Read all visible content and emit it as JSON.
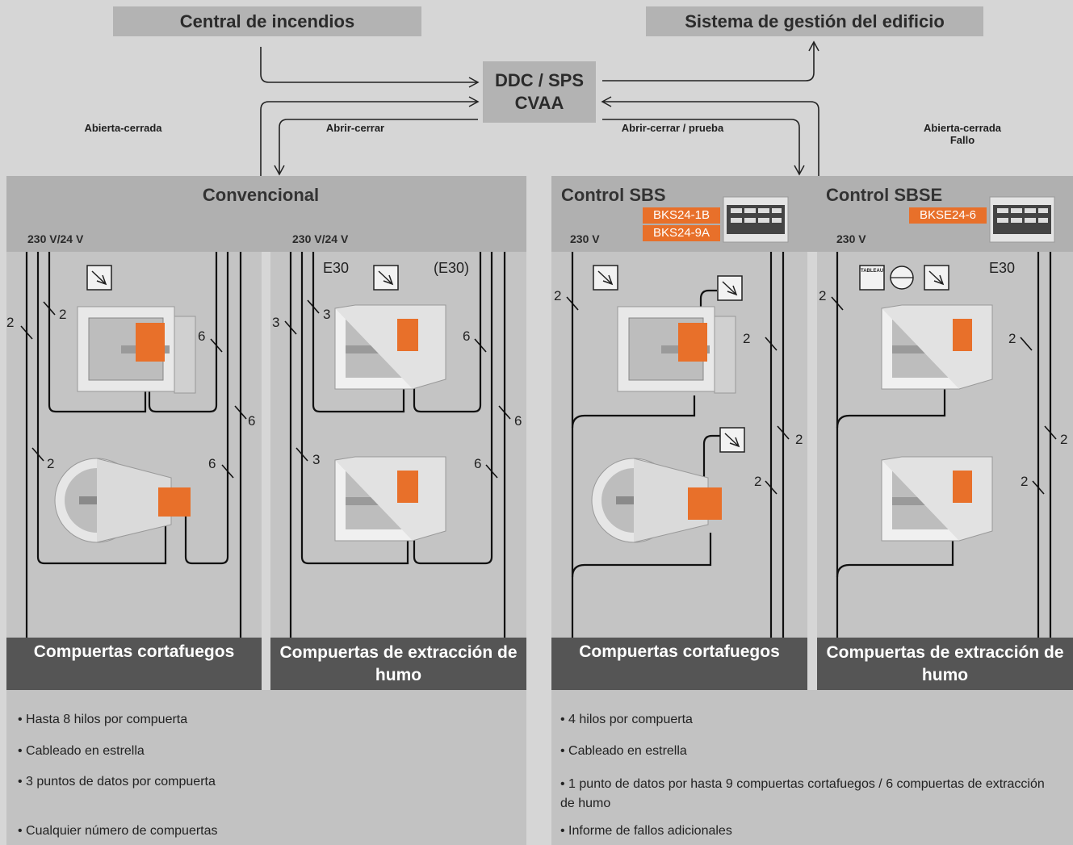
{
  "top": {
    "fire_central": "Central de incendios",
    "bms": "Sistema de gestión del edificio",
    "ddc_line1": "DDC / SPS",
    "ddc_line2": "CVAA"
  },
  "flows": {
    "left_outer": "Abierta-cerrada",
    "left_inner": "Abrir-cerrar",
    "right_inner": "Abrir-cerrar / prueba",
    "right_outer_line1": "Abierta-cerrada",
    "right_outer_line2": "Fallo"
  },
  "left": {
    "title": "Convencional",
    "voltage_a": "230 V/24 V",
    "voltage_b": "230 V/24 V",
    "e30": "E30",
    "e30_paren": "(E30)",
    "footer_a": "Compuertas cortafuegos",
    "footer_b": "Compuertas de extracción de humo",
    "wire_counts": [
      "2",
      "2",
      "6",
      "6",
      "2",
      "6",
      "3",
      "3",
      "6",
      "6",
      "3",
      "6"
    ],
    "bullets": [
      "• Hasta 8 hilos por compuerta",
      "• Cableado en estrella",
      "• 3 puntos de datos por compuerta",
      "• Cualquier número de compuertas"
    ]
  },
  "right": {
    "title_a": "Control SBS",
    "title_b": "Control SBSE",
    "badge_1": "BKS24-1B",
    "badge_2": "BKS24-9A",
    "badge_3": "BKSE24-6",
    "voltage_a": "230 V",
    "voltage_b": "230 V",
    "e30": "E30",
    "tableau": "TABLEAU",
    "footer_a": "Compuertas cortafuegos",
    "footer_b": "Compuertas de extracción de humo",
    "wire_counts": [
      "2",
      "2",
      "2",
      "2",
      "2",
      "2",
      "2",
      "2"
    ],
    "bullets": [
      "• 4 hilos por compuerta",
      "• Cableado en estrella",
      "• 1 punto de datos por hasta 9 compuertas cortafuegos / 6 compuertas de extracción de humo",
      "• Informe de fallos adicionales"
    ]
  },
  "colors": {
    "accent": "#e8702a",
    "footer": "#555555",
    "header": "#b0b0b0"
  }
}
